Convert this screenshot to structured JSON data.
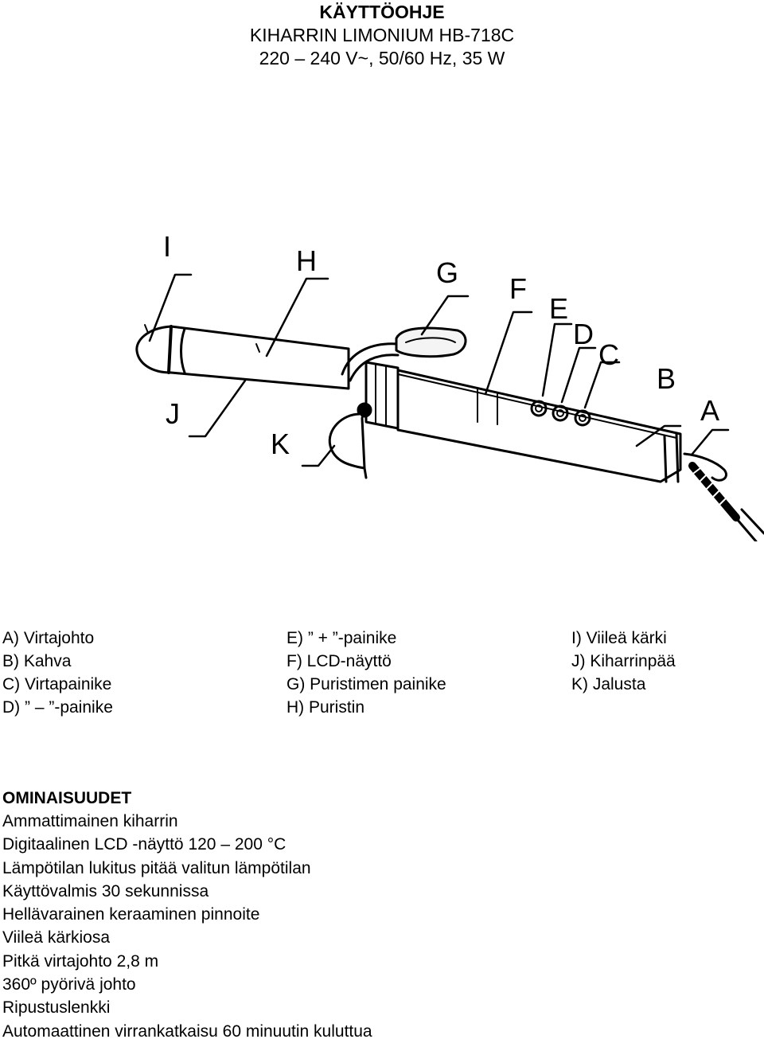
{
  "header": {
    "title": "KÄYTTÖOHJE",
    "model": "KIHARRIN LIMONIUM HB-718C",
    "spec": "220 – 240 V~, 50/60 Hz, 35 W"
  },
  "diagram": {
    "labels": [
      "I",
      "H",
      "G",
      "F",
      "E",
      "D",
      "C",
      "B",
      "A",
      "J",
      "K"
    ]
  },
  "legend": {
    "col1": [
      "A) Virtajohto",
      "B) Kahva",
      "C) Virtapainike",
      "D) ” – ”-painike"
    ],
    "col2": [
      "E) ” + ”-painike",
      "F) LCD-näyttö",
      "G) Puristimen painike",
      "H) Puristin"
    ],
    "col3": [
      "I) Viileä kärki",
      "J) Kiharrinpää",
      "K) Jalusta"
    ]
  },
  "features": {
    "heading": "OMINAISUUDET",
    "items": [
      "Ammattimainen kiharrin",
      "Digitaalinen LCD -näyttö 120 – 200 °C",
      "Lämpötilan lukitus pitää valitun lämpötilan",
      "Käyttövalmis 30 sekunnissa",
      "Hellävarainen keraaminen pinnoite",
      "Viileä kärkiosa",
      "Pitkä virtajohto 2,8 m",
      "360º pyörivä johto",
      "Ripustuslenkki",
      "Automaattinen virrankatkaisu 60 minuutin kuluttua"
    ]
  }
}
